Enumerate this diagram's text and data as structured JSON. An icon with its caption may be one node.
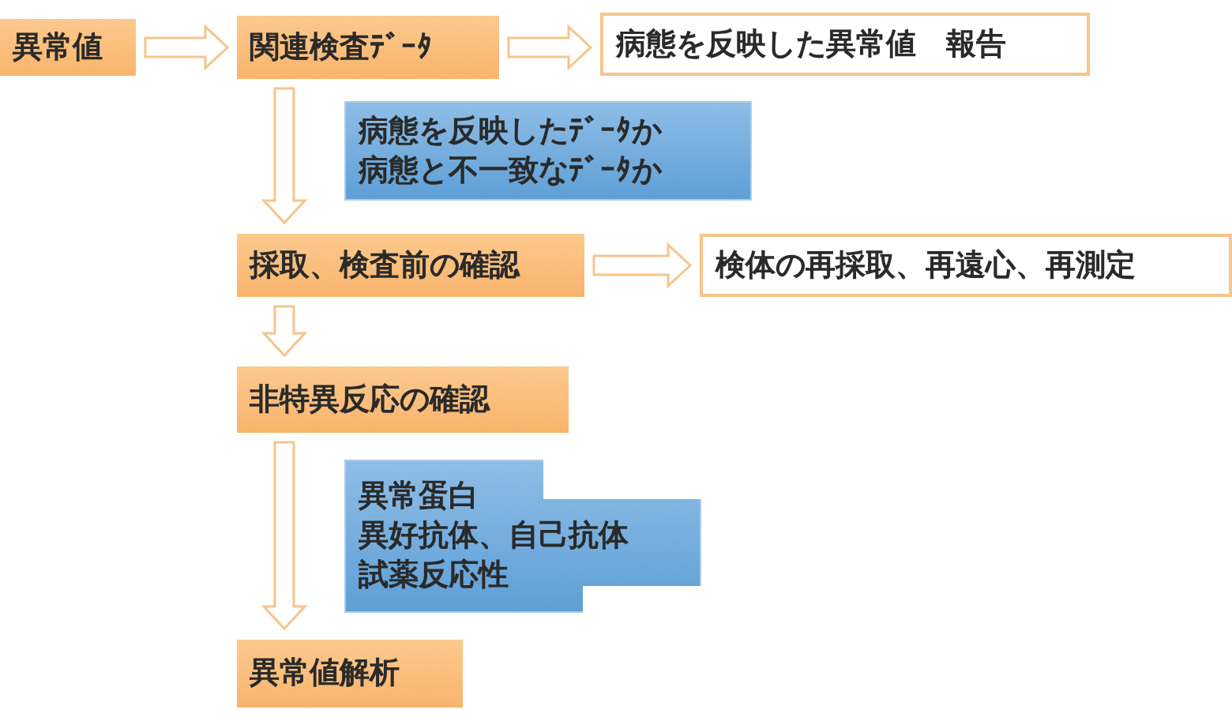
{
  "diagram": {
    "nodes": [
      {
        "text": [
          "異常値"
        ]
      },
      {
        "text": [
          "関連検査ﾃﾞｰﾀ"
        ]
      },
      {
        "text": [
          "病態を反映した異常値　報告"
        ]
      },
      {
        "text": [
          "病態を反映したﾃﾞｰﾀか",
          "病態と不一致なﾃﾞｰﾀか"
        ]
      },
      {
        "text": [
          "採取、検査前の確認"
        ]
      },
      {
        "text": [
          "検体の再採取、再遠心、再測定"
        ]
      },
      {
        "text": [
          "非特異反応の確認"
        ]
      },
      {
        "text": [
          "異常蛋白",
          "異好抗体、自己抗体",
          "試薬反応性"
        ]
      },
      {
        "text": [
          "異常値解析"
        ]
      }
    ],
    "edges": [
      {
        "from": 0,
        "to": 1,
        "arrow": "to"
      },
      {
        "from": 1,
        "to": 2,
        "arrow": "to"
      },
      {
        "from": 1,
        "to": 4,
        "arrow": "to"
      },
      {
        "from": 4,
        "to": 5,
        "arrow": "to"
      },
      {
        "from": 4,
        "to": 6,
        "arrow": "to"
      },
      {
        "from": 6,
        "to": 8,
        "arrow": "to"
      }
    ]
  }
}
